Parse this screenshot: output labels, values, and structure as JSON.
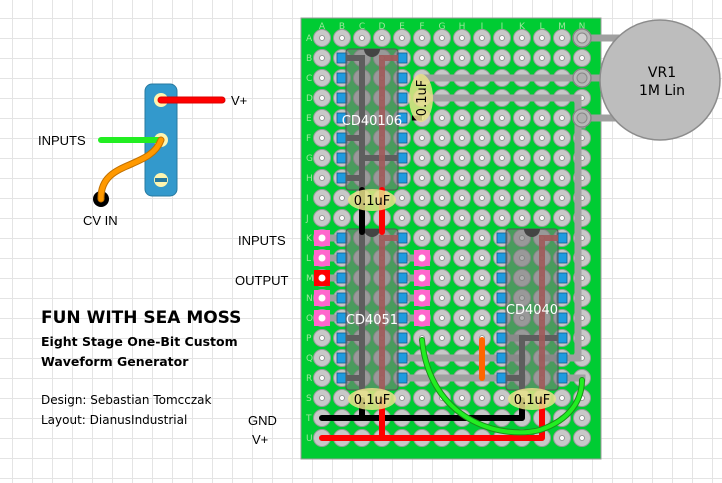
{
  "title": "FUN WITH SEA MOSS",
  "subtitle_line1": "Eight Stage One-Bit Custom",
  "subtitle_line2": "Waveform Generator",
  "design_credit": "Design: Sebastian Tomcczak",
  "layout_credit": "Layout: DianusIndustrial",
  "board": {
    "columns": [
      "A",
      "B",
      "C",
      "D",
      "E",
      "F",
      "G",
      "H",
      "I",
      "J",
      "K",
      "L",
      "M",
      "N"
    ],
    "rows": [
      "A",
      "B",
      "C",
      "D",
      "E",
      "F",
      "G",
      "H",
      "I",
      "J",
      "K",
      "L",
      "M",
      "N",
      "O",
      "P",
      "Q",
      "R",
      "S",
      "T",
      "U"
    ],
    "colors": {
      "board": "#00cc33",
      "pad": "#c8c8c8",
      "trace": "#a0a0a0",
      "pin": "#1e9be0",
      "io_pad": "#ff66cc",
      "output_pad": "#ff0000"
    }
  },
  "left_labels": {
    "inputs": "INPUTS",
    "output": "OUTPUT",
    "gnd": "GND",
    "vplus": "V+"
  },
  "jack": {
    "vplus_label": "V+",
    "inputs_label": "INPUTS",
    "cv_label": "CV IN",
    "color": "#3399cc"
  },
  "components": {
    "ic1": "CD40106",
    "ic2": "CD4051",
    "ic3": "CD4040",
    "cap_top": "0.1uF",
    "cap_ic1": "0.1uF",
    "cap_ic2": "0.1uF",
    "cap_ic3": "0.1uF",
    "pot_name": "VR1",
    "pot_value": "1M Lin"
  },
  "wires": {
    "red": "#ff0000",
    "black": "#000000",
    "green": "#22ee22",
    "orange": "#ff6600",
    "jack_orange": "#ff9900"
  }
}
